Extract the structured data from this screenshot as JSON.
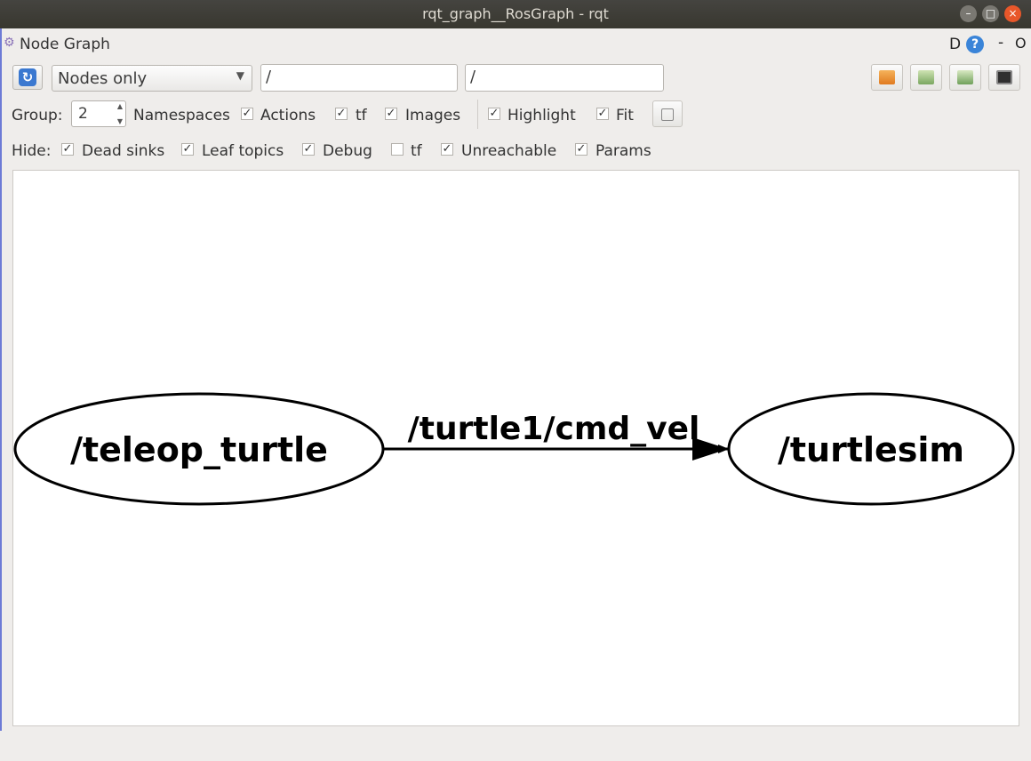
{
  "window": {
    "title": "rqt_graph__RosGraph - rqt",
    "controls": {
      "minimize": "–",
      "maximize": "□",
      "close": "×"
    }
  },
  "plugin": {
    "title": "Node Graph",
    "d_label": "D",
    "help": "?",
    "minimize": "-",
    "close": "O"
  },
  "toolbar": {
    "refresh_icon": "↻",
    "mode_value": "Nodes only",
    "ns_filter_value": "/",
    "topic_filter_value": "/",
    "icons": [
      "open-folder-icon",
      "save-dot-icon",
      "save-image-icon",
      "screenshot-icon"
    ]
  },
  "group_row": {
    "group_label": "Group:",
    "group_value": "2",
    "namespaces_label": "Namespaces",
    "actions": {
      "label": "Actions",
      "checked": true
    },
    "tf": {
      "label": "tf",
      "checked": true
    },
    "images": {
      "label": "Images",
      "checked": true
    },
    "highlight": {
      "label": "Highlight",
      "checked": true
    },
    "fit": {
      "label": "Fit",
      "checked": true
    }
  },
  "hide_row": {
    "hide_label": "Hide:",
    "dead_sinks": {
      "label": "Dead sinks",
      "checked": true
    },
    "leaf_topics": {
      "label": "Leaf topics",
      "checked": true
    },
    "debug": {
      "label": "Debug",
      "checked": true
    },
    "tf": {
      "label": "tf",
      "checked": false
    },
    "unreachable": {
      "label": "Unreachable",
      "checked": true
    },
    "params": {
      "label": "Params",
      "checked": true
    }
  },
  "graph": {
    "nodes": [
      {
        "id": "teleop",
        "label": "/teleop_turtle"
      },
      {
        "id": "turtlesim",
        "label": "/turtlesim"
      }
    ],
    "edges": [
      {
        "from": "teleop",
        "to": "turtlesim",
        "label": "/turtle1/cmd_vel"
      }
    ]
  }
}
